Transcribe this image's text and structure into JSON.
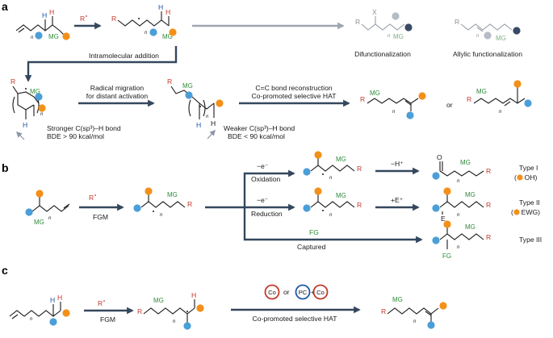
{
  "panels": {
    "a": "a",
    "b": "b",
    "c": "c"
  },
  "reagents": {
    "radical": "R",
    "fgm": "FGM"
  },
  "atoms": {
    "r": "R",
    "h": "H",
    "mg": "MG",
    "x": "X",
    "o": "O",
    "e": "E",
    "n": "n",
    "fg": "FG"
  },
  "panel_a": {
    "difunctionalization": "Difunctionalization",
    "allylic": "Allylic functionalization",
    "intramolecular": "Intramolecular addition",
    "migration_line1": "Radical migration",
    "migration_line2": "for distant activation",
    "reconstruction_line1": "C=C bond reconstruction",
    "reconstruction_line2": "Co-promoted selective HAT",
    "or": "or",
    "stronger_line1": "Stronger C(sp³)–H bond",
    "stronger_line2": "BDE > 90 kcal/mol",
    "weaker_line1": "Weaker C(sp³)–H bond",
    "weaker_line2": "BDE < 90 kcal/mol"
  },
  "panel_b": {
    "oxidation_e": "−e⁻",
    "oxidation": "Oxidation",
    "reduction_e": "−e⁻",
    "reduction": "Reduction",
    "minus_h": "−H⁺",
    "plus_e": "+E⁺",
    "fg_label": "FG",
    "captured": "Captured",
    "type1": "Type I",
    "type1_note": "( = OH)",
    "type2": "Type II",
    "type2_note": "( = EWG)",
    "type3": "Type III"
  },
  "panel_c": {
    "or": "or",
    "co": "Co",
    "pc": "PC",
    "hat": "Co-promoted selective HAT"
  },
  "colors": {
    "blue_dot": "#4a9fd8",
    "orange_dot": "#f39019",
    "navy_dot": "#3a4a66",
    "green": "#2e8b3a",
    "red": "#c0392b",
    "arrow": "#35475e"
  }
}
